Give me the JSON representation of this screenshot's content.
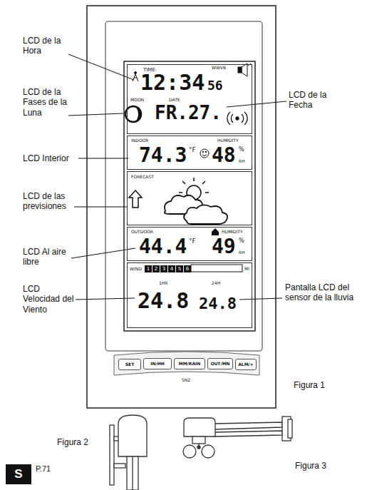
{
  "diagram": {
    "nodes": [
      {
        "text": [
          "TIME",
          "WWVB",
          "12:34",
          "56",
          "MOON",
          "DATE",
          "FR.27."
        ]
      },
      {
        "text": [
          "INDOOR",
          "HUMIDITY",
          "74.3",
          "°F",
          "48",
          "%",
          "RH"
        ]
      },
      {
        "text": [
          "FORECAST"
        ]
      },
      {
        "text": [
          "OUTDOOR",
          "HUMIDITY",
          "44.4",
          "°F",
          "49",
          "%",
          "RH"
        ]
      },
      {
        "text": [
          "WIND",
          "1",
          "2",
          "3",
          "4",
          "5",
          "6",
          "MI",
          "1HR",
          "24H",
          "24.8",
          "24.8"
        ]
      },
      {
        "text": [
          "SET"
        ]
      },
      {
        "text": [
          "IN/HH"
        ]
      },
      {
        "text": [
          "MM/RAIN"
        ]
      },
      {
        "text": [
          "OUT/MN"
        ]
      },
      {
        "text": [
          "ALM/+"
        ]
      }
    ],
    "labels": [
      "LCD de la Hora",
      "LCD de la Fases de la Luna",
      "LCD Interior",
      "LCD de las previsiones",
      "LCD Al aire libre",
      "LCD Velocidad del Viento",
      "LCD de la Fecha",
      "Pantalla LCD del sensor de la lluvia",
      "SNZ",
      "Figura 1",
      "Figura 2",
      "Figura 3",
      "S",
      "P.71"
    ]
  }
}
